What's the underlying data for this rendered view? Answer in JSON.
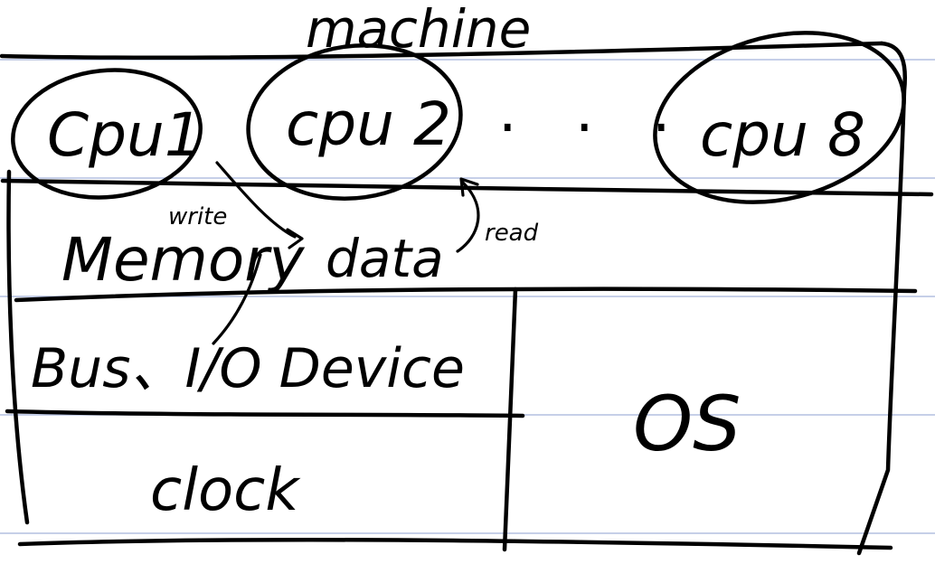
{
  "title": "machine",
  "cpus": [
    "Cpu1",
    "cpu 2",
    "cpu 8"
  ],
  "cpu_ellipsis": "· · ·",
  "memory": {
    "label": "Memory",
    "data": "data",
    "write": "write",
    "read": "read"
  },
  "bus": "Bus、I/O Device",
  "clock": "clock",
  "os": "OS",
  "colors": {
    "ink": "#000000",
    "paper": "#ffffff",
    "rule_lines": "#b3bfe0"
  }
}
